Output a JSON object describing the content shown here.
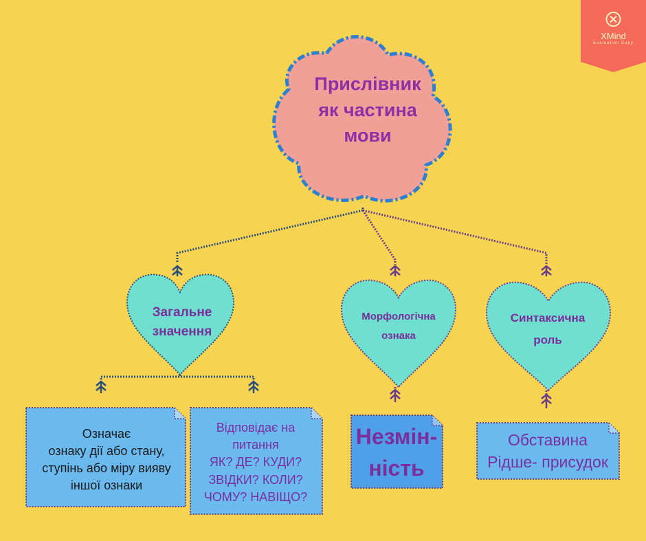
{
  "root": {
    "title": "Прислівник\nяк частина\nмови"
  },
  "branches": [
    {
      "label": "Загальне\nзначення"
    },
    {
      "label": "Морфологічна\nознака"
    },
    {
      "label": "Синтаксична\nроль"
    }
  ],
  "notes": [
    {
      "text": "Означає\nознаку дії або стану,\nступінь або міру вияву\nіншої ознаки"
    },
    {
      "text": "Відповідає на\nпитання\nЯК? ДЕ? КУДИ?\nЗВІДКИ? КОЛИ?\nЧОМУ? НАВІЩО?"
    },
    {
      "text": "Незмін-\nність"
    },
    {
      "text": "Обставина\nРідше- присудок"
    }
  ],
  "watermark": {
    "brand": "XMind",
    "subtitle": "Evaluation Copy"
  },
  "colors": {
    "background": "#f6d452",
    "root_fill": "#f0a097",
    "heart_fill": "#6fe0cf",
    "note_blue": "#6ab9ef",
    "note_darker_blue": "#4fa0e8",
    "text_purple": "#7a2f9c",
    "connector_navy": "#2a4d7a",
    "connector_purple": "#6a3d8a",
    "badge": "#f5695a"
  }
}
